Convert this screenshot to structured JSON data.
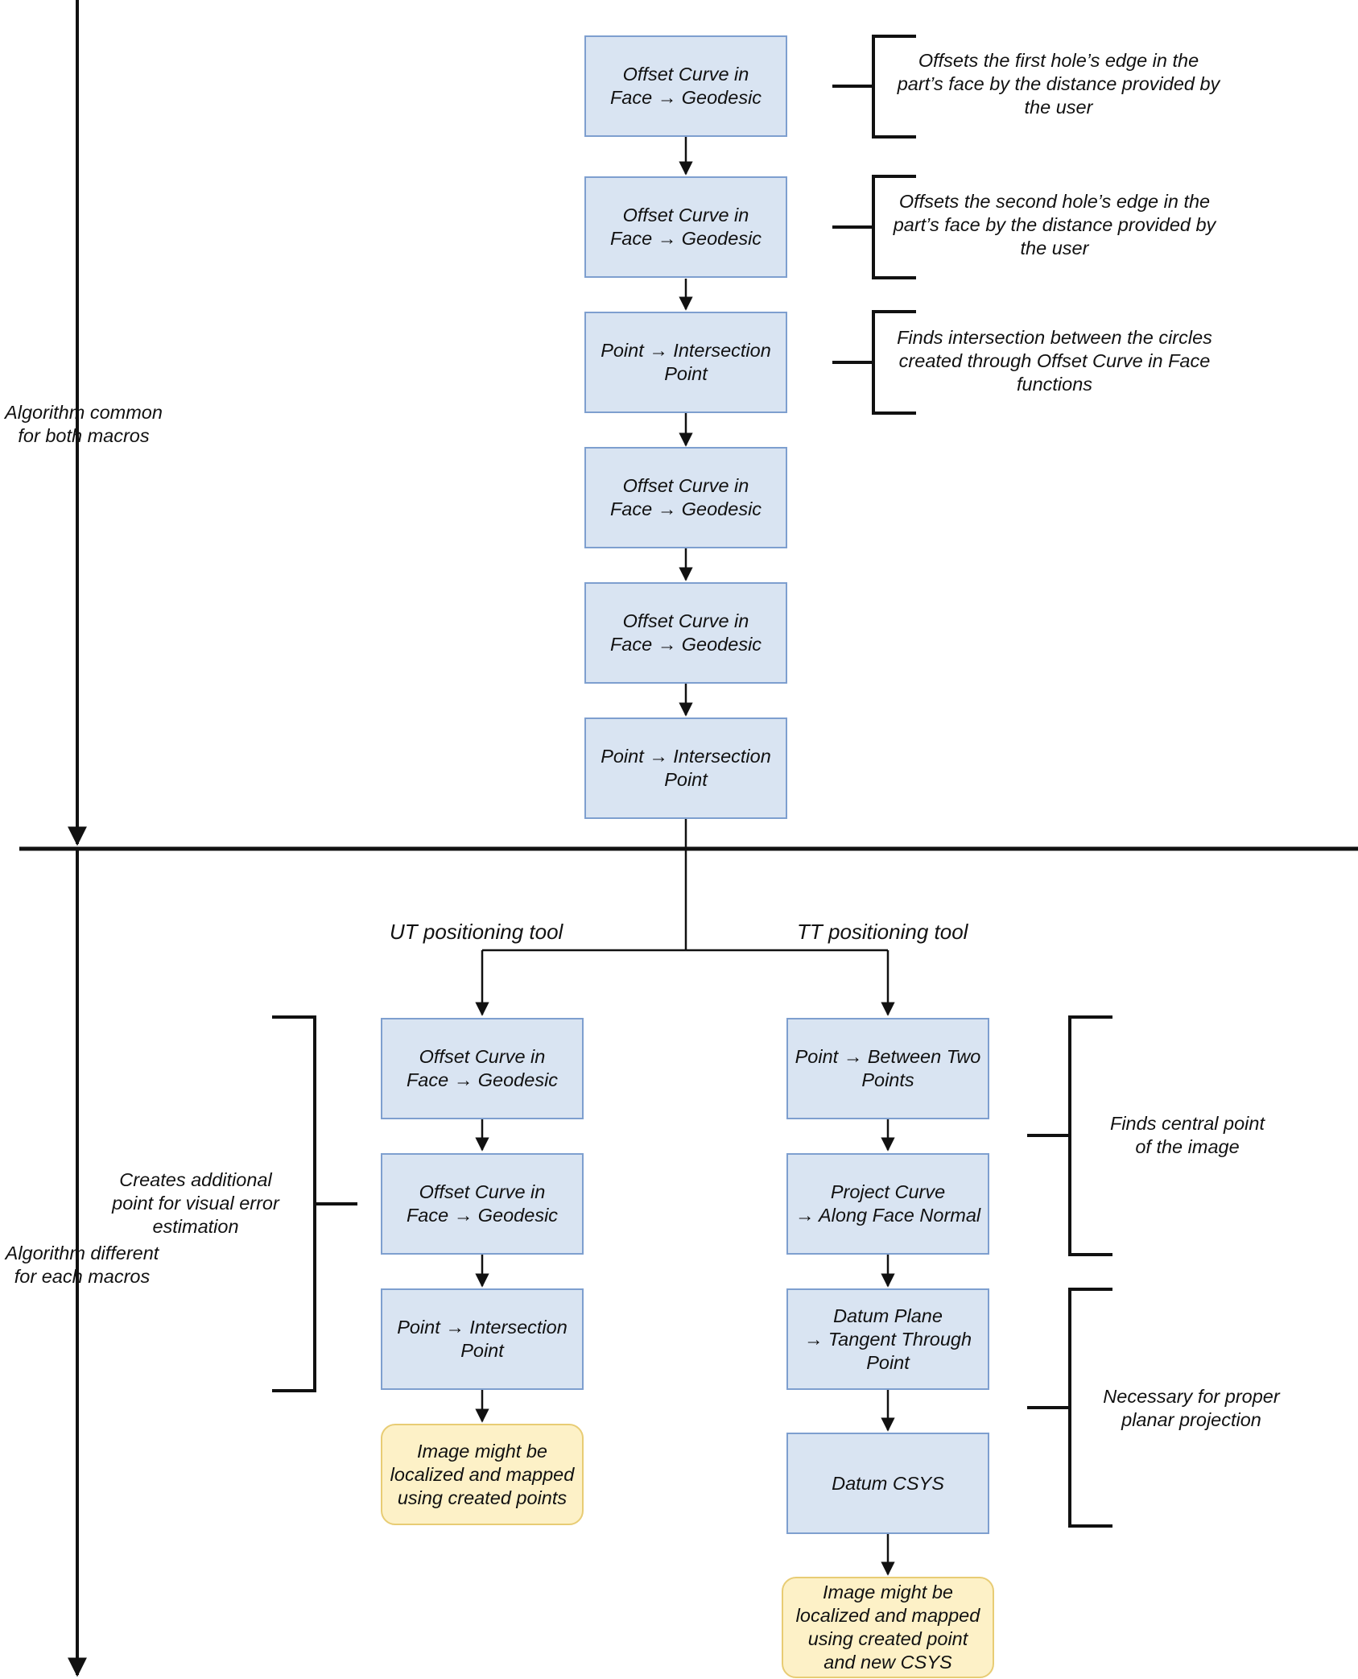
{
  "sections": {
    "common_label": "Algorithm common\nfor both macros",
    "different_label": "Algorithm different\nfor each macros"
  },
  "common_steps": [
    "Offset Curve in\nFace → Geodesic",
    "Offset Curve in\nFace → Geodesic",
    "Point → Intersection\nPoint",
    "Offset Curve in\nFace → Geodesic",
    "Offset Curve in\nFace → Geodesic",
    "Point → Intersection\nPoint"
  ],
  "common_notes": [
    "Offsets the first hole’s edge in the\npart’s face by the distance provided by\nthe user",
    "Offsets the second hole’s edge in the\npart’s face by the distance provided by\nthe user",
    "Finds intersection between the circles\ncreated through Offset Curve in Face\nfunctions"
  ],
  "ut_branch": {
    "label": "UT positioning tool",
    "steps": [
      "Offset Curve in\nFace → Geodesic",
      "Offset Curve in\nFace → Geodesic",
      "Point → Intersection\nPoint"
    ],
    "result": "Image might be\nlocalized and mapped\nusing created points",
    "note": "Creates additional\npoint for visual error\nestimation"
  },
  "tt_branch": {
    "label": "TT positioning tool",
    "steps": [
      "Point → Between Two\nPoints",
      "Project Curve\n→ Along Face Normal",
      "Datum Plane\n→ Tangent Through\nPoint",
      "Datum CSYS"
    ],
    "result": "Image might be\nlocalized and mapped\nusing created point\nand new CSYS",
    "notes": [
      "Finds central point\nof the image",
      "Necessary for proper\nplanar projection"
    ]
  }
}
